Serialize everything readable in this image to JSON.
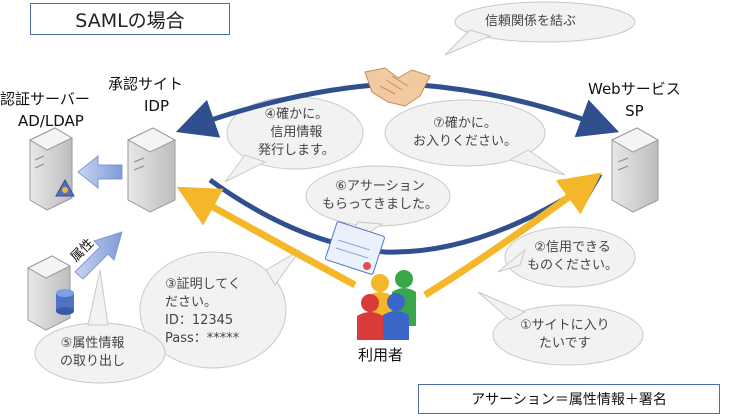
{
  "title": "SAMLの場合",
  "auth_server": {
    "line1": "認証サーバー",
    "line2": "AD/LDAP"
  },
  "idp": {
    "line1": "承認サイト",
    "line2": "IDP"
  },
  "sp": {
    "line1": "Webサービス",
    "line2": "SP"
  },
  "user_label": "利用者",
  "attribute_label": "属性",
  "bubbles": {
    "trust": "信頼関係を結ぶ",
    "step4": [
      "④確かに。",
      "信用情報",
      "発行します。"
    ],
    "step7": [
      "⑦確かに。",
      "お入りください。"
    ],
    "step6": [
      "⑥アサーション",
      "もらってきました。"
    ],
    "step2": [
      "②信用できる",
      "ものください。"
    ],
    "step3": [
      "③証明してく",
      "ださい。",
      "ID：12345",
      "Pass：*****"
    ],
    "step1": [
      "①サイトに入り",
      "たいです"
    ],
    "step5": [
      "⑤属性情報",
      "の取り出し"
    ]
  },
  "footer": "アサーション＝属性情報＋署名",
  "colors": {
    "blue_arrow": "#2f4f8f",
    "yellow_arrow": "#f5b72a",
    "attr_arrow": "#8aa6e0",
    "bubble_fill": "#f2f2f2",
    "bubble_stroke": "#c9c9c9"
  },
  "icons": [
    "handshake-icon",
    "server-icon",
    "database-icon",
    "certificate-icon",
    "people-icon",
    "certificate-badge-icon"
  ]
}
